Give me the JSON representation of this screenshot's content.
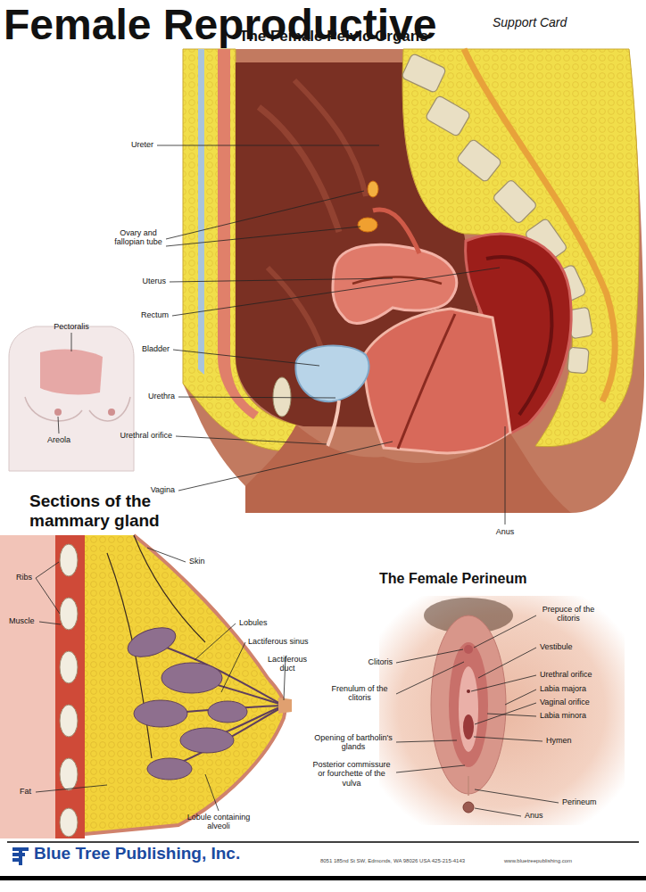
{
  "diagram": {
    "title": "Female Reproductive",
    "labels": [
      "Support Card",
      "The Female Pelvic Organs",
      "Ureter",
      "Ovary and fallopian tube",
      "Uterus",
      "Rectum",
      "Bladder",
      "Urethra",
      "Urethral orifice",
      "Vagina",
      "Anus",
      "Pectoralis",
      "Areola",
      "Sections of the mammary gland",
      "Ribs",
      "Muscle",
      "Skin",
      "Lobules",
      "Lactiferous sinus",
      "Lactiferous duct",
      "Fat",
      "Lobule containing alveoli",
      "The Female Perineum",
      "Clitoris",
      "Frenulum of the clitoris",
      "Opening of bartholin's glands",
      "Posterior commissure or fourchette of the vulva",
      "Prepuce of the clitoris",
      "Vestibule",
      "Urethral orifice",
      "Labia majora",
      "Vaginal orifice",
      "Labia minora",
      "Hymen",
      "Perineum",
      "Anus",
      "Blue Tree Publishing, Inc.",
      "8051 185nd St SW, Edmonds, WA 98026 USA 425-215-4143",
      "www.bluetreepublishing.com"
    ]
  }
}
